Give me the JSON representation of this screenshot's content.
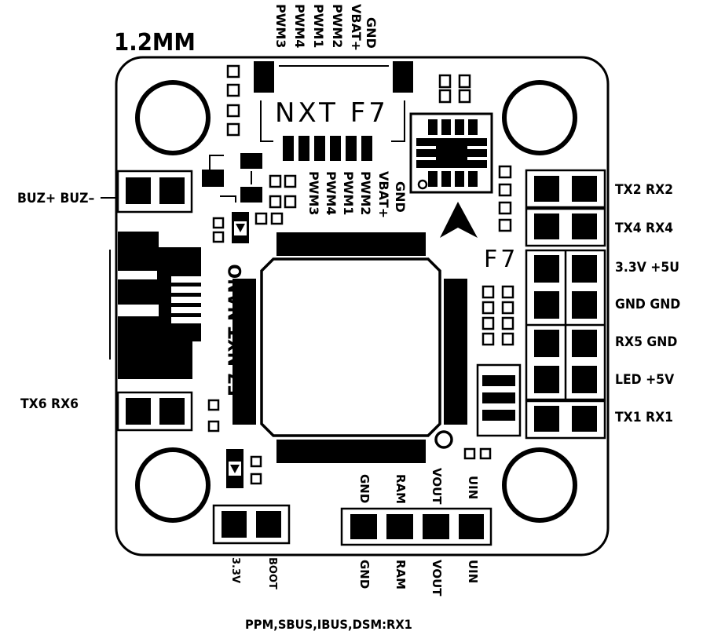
{
  "thickness": "1.2MM",
  "board_name": "NXT F7",
  "chip_label": "F7",
  "side_label": "F7 NXT NANO",
  "top_pads_labels": [
    "GND",
    "VBAT+",
    "PWM2",
    "PWM1",
    "PWM4",
    "PWM3"
  ],
  "inner_pads_labels": [
    "GND",
    "VBAT+",
    "PWM2",
    "PWM1",
    "PWM4",
    "PWM3"
  ],
  "left": {
    "buzzer": "BUZ+  BUZ–",
    "uart6": "TX6   RX6"
  },
  "right": [
    "TX2   RX2",
    "TX4   RX4",
    "3.3V  +5U",
    "GND   GND",
    "RX5   GND",
    "LED    +5V",
    "TX1   RX1"
  ],
  "bottom_inner_labels": [
    "GND",
    "RAM",
    "VOUT",
    "UIN"
  ],
  "bottom_outer_labels": [
    "GND",
    "RAM",
    "VOUT",
    "UIN"
  ],
  "boot_labels": [
    "3.3V",
    "BOOT"
  ],
  "footer": "PPM,SBUS,IBUS,DSM:RX1"
}
